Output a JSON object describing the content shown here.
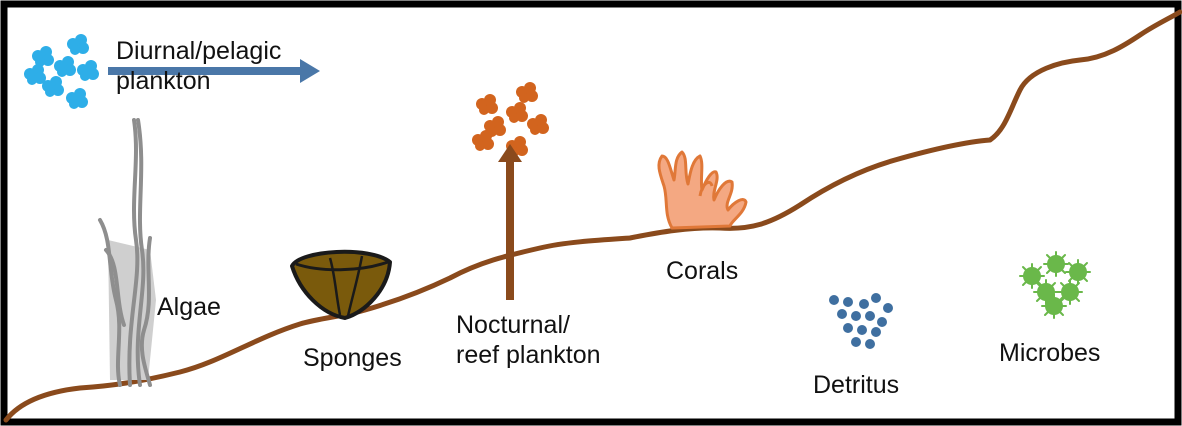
{
  "labels": {
    "diurnal": [
      "Diurnal/pelagic",
      "plankton"
    ],
    "algae": "Algae",
    "sponges": "Sponges",
    "nocturnal": [
      "Nocturnal/",
      "reef plankton"
    ],
    "corals": "Corals",
    "detritus": "Detritus",
    "microbes": "Microbes"
  },
  "colors": {
    "frame": "#000000",
    "reef_line": "#8a4a1c",
    "pelagic_plankton": "#2eaee8",
    "pelagic_arrow": "#4a77a8",
    "reef_plankton": "#d2641e",
    "reef_arrow": "#8a4a1c",
    "algae_stroke": "#8e8e8e",
    "algae_fill": "#cfcfcf",
    "sponge_fill": "#7a5a0c",
    "coral_fill": "#f4a882",
    "coral_stroke": "#e07838",
    "detritus": "#3f6fa0",
    "microbes": "#6ab84a"
  },
  "icons": [
    "pelagic-plankton-icon",
    "algae-icon",
    "sponge-icon",
    "reef-plankton-icon",
    "coral-icon",
    "detritus-icon",
    "microbes-icon"
  ]
}
